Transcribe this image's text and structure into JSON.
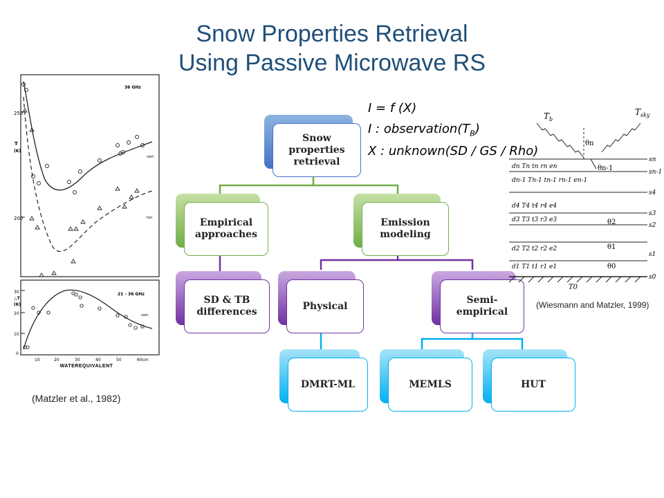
{
  "title": {
    "line1": "Snow Properties Retrieval",
    "line2": "Using Passive Microwave RS"
  },
  "equations": {
    "eq1": "I = f (X)",
    "eq2": "I : observation(T",
    "eq2_sub": "B",
    "eq2_end": ")",
    "eq3": "X : unknown(SD / GS / Rho)"
  },
  "tree": {
    "root": "Snow properties retrieval",
    "empirical": "Empirical approaches",
    "emission": "Emission modeling",
    "sd_tb": "SD & TB differences",
    "physical": "Physical",
    "semi": "Semi-empirical",
    "dmrt": "DMRT-ML",
    "memls": "MEMLS",
    "hut": "HUT"
  },
  "colors": {
    "root": "#4472c4",
    "level1": "#70ad47",
    "level2": "#7030a0",
    "level3": "#00b0f0",
    "title": "#1f4e79"
  },
  "left_chart": {
    "top_freq": "36 GHz",
    "bottom_freq": "21 - 36 GHz",
    "vert": "vert.",
    "hor": "hor.",
    "y_label_top": "T",
    "y_unit_top": "(K)",
    "y_label_bottom": "△T",
    "y_unit_bottom": "(K)",
    "y_ticks_top": [
      "250",
      "200"
    ],
    "y_ticks_bottom": [
      "30",
      "20",
      "10",
      "0"
    ],
    "x_ticks": [
      "10",
      "20",
      "30",
      "40",
      "50",
      "60cm"
    ],
    "x_title": "WATEREQUIVALENT"
  },
  "citations": {
    "matzler": "(Matzler et al., 1982)",
    "wiesmann": "(Wiesmann and Matzler, 1999)"
  },
  "layers": {
    "t_b": "T",
    "t_b_sub": "b",
    "t_sky": "T",
    "t_sky_sub": "sky",
    "theta_n": "θn",
    "theta_n1": "θn-1",
    "theta2": "θ2",
    "theta1": "θ1",
    "theta0": "θ0",
    "t0": "T0",
    "rows": [
      "dn  Tn  tn  rn  en",
      "dn-1 Tn-1 tn-1 rn-1 en-1",
      "d4  T4  t4  r4  e4",
      "d3  T3  t3  r3  e3",
      "d2  T2  t2  r2  e2",
      "d1  T1  t1  r1  e1"
    ],
    "s_labels": [
      "sn",
      "sn-1",
      "s4",
      "s3",
      "s2",
      "s1",
      "s0"
    ]
  }
}
